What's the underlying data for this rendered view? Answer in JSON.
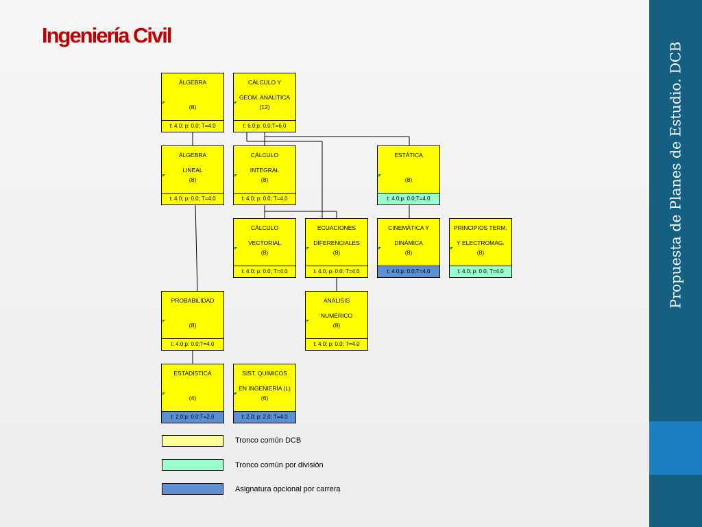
{
  "page_title": "Ingeniería Civil",
  "sidebar_title": "Propuesta de Planes de Estudio. DCB",
  "colors": {
    "title": "#c00000",
    "sidebar": "#156082",
    "sidebar_accent": "#1c7fc1",
    "course_fill": "#ffff00",
    "tronco_dcb": "#ffff99",
    "tronco_division": "#99ffcc",
    "opcional_carrera": "#5b8fd3"
  },
  "courses": {
    "algebra": {
      "line1": "ÁLGEBRA",
      "line2": "",
      "credits": "(8)",
      "hours": "t: 4.0; p: 0.0; T=4.0"
    },
    "calculo_geom": {
      "line1": "CÁLCULO Y",
      "line2": "GEOM. ANALÍTICA",
      "credits": "(12)",
      "hours": "t: 6.0;p: 0.0;T=6.0"
    },
    "algebra_lineal": {
      "line1": "ÁLGEBRA",
      "line2": "LINEAL",
      "credits": "(8)",
      "hours": "t: 4.0; p: 0.0; T=4.0"
    },
    "calculo_integral": {
      "line1": "CÁLCULO",
      "line2": "INTEGRAL",
      "credits": "(8)",
      "hours": "t: 4.0; p: 0.0; T=4.0"
    },
    "estatica": {
      "line1": "ESTÁTICA",
      "line2": "",
      "credits": "(8)",
      "hours": "t: 4.0;p: 0.0;T=4.0"
    },
    "calculo_vectorial": {
      "line1": "CÁLCULO",
      "line2": "VECTORIAL",
      "credits": "(8)",
      "hours": "t: 4.0; p: 0.0; T=4.0"
    },
    "ecuaciones": {
      "line1": "ECUACIONES",
      "line2": "DIFERENCIALES",
      "credits": "(8)",
      "hours": "t: 4.0; p: 0.0; T=4.0"
    },
    "cinematica": {
      "line1": "CINEMÁTICA Y",
      "line2": "DINÁMICA",
      "credits": "(8)",
      "hours": "t: 4.0;p: 0.0;T=4.0"
    },
    "principios": {
      "line1": "PRINCIPIOS TERM.",
      "line2": "Y ELECTROMAG.",
      "credits": "(8)",
      "hours": "t: 4.0; p: 0.0; T=4.0"
    },
    "probabilidad": {
      "line1": "PROBABILIDAD",
      "line2": "",
      "credits": "(8)",
      "hours": "t: 4.0;p: 0.0;T=4.0"
    },
    "analisis": {
      "line1": "ANÁLISIS",
      "line2": "NUMÉRICO",
      "credits": "(8)",
      "hours": "t: 4.0; p: 0.0; T=4.0"
    },
    "estadistica": {
      "line1": "ESTADÍSTICA",
      "line2": "",
      "credits": "(4)",
      "hours": "t: 2.0;p: 0.0;T=2.0"
    },
    "quimicos": {
      "line1": "SIST. QUÍMICOS",
      "line2": "EN INGENIERÍA (L)",
      "credits": "(6)",
      "hours": "t: 2.0; p: 2.0; T=4.0"
    }
  },
  "legend": {
    "dcb": "Tronco común DCB",
    "division": "Tronco común por división",
    "opcional": "Asignatura opcional por carrera"
  }
}
